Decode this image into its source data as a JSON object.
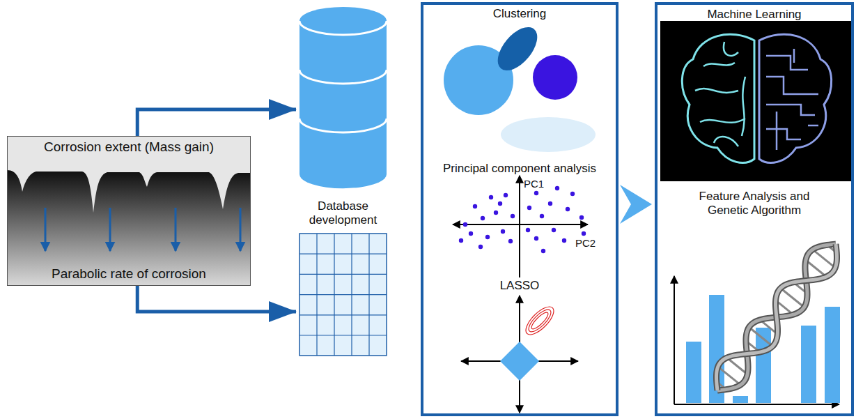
{
  "diagram": {
    "nodes": [
      {
        "text": [
          "Corrosion extent (Mass gain)",
          "Parabolic rate of corrosion"
        ]
      },
      {
        "text": [
          "Database development"
        ]
      },
      {
        "text": [
          "Clustering",
          "Principal component analysis",
          "LASSO"
        ]
      },
      {
        "text": [
          "Machine Learning",
          "Feature Analysis and Genetic Algorithm"
        ]
      }
    ],
    "edges": [
      {
        "from": 0,
        "to": 1,
        "arrow": "to"
      },
      {
        "from": 0,
        "to": 1,
        "arrow": "to"
      },
      {
        "from": 2,
        "to": 3,
        "arrow": "to"
      }
    ],
    "labels": [
      "PC1",
      "PC2"
    ]
  }
}
